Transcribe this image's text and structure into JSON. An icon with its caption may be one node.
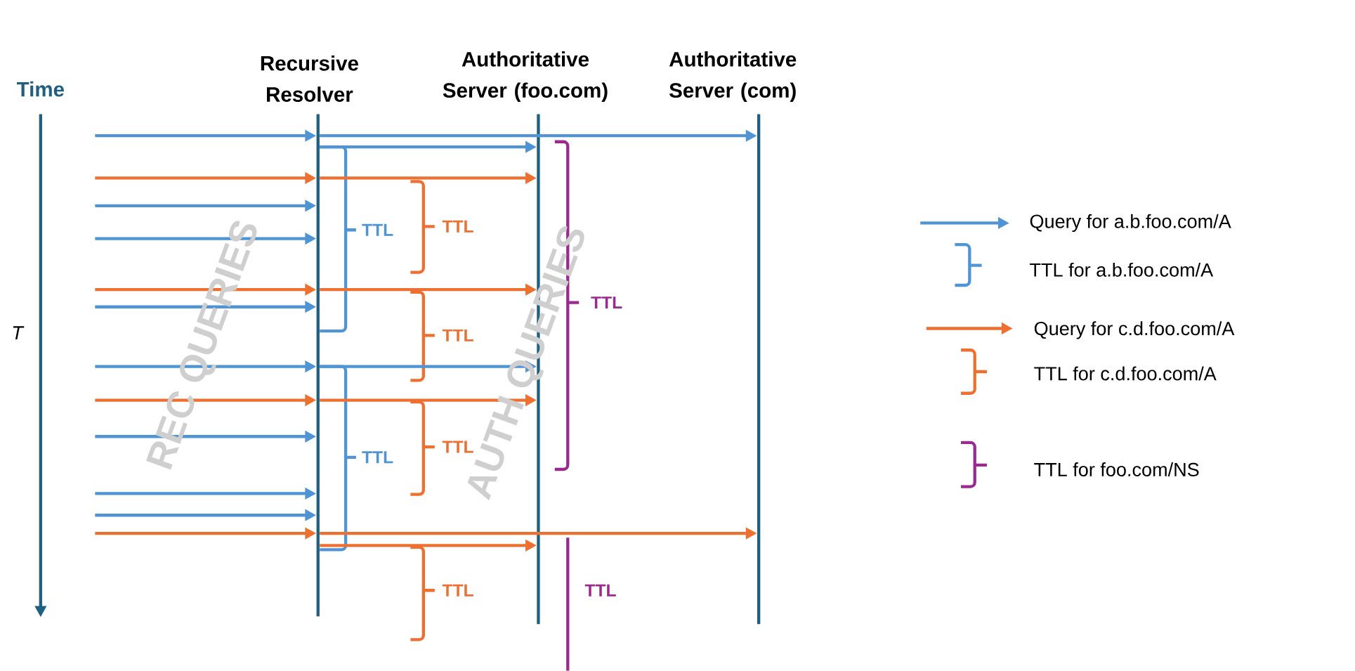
{
  "diagram": {
    "nodes": [
      {
        "text": [
          "Recursive Resolver"
        ]
      },
      {
        "text": [
          "Authoritative Server (foo.com)"
        ]
      },
      {
        "text": [
          "Authoritative Server (com)"
        ]
      }
    ],
    "edges": [
      {
        "from": null,
        "to": 0,
        "arrow": "to",
        "color": "#4f94d4"
      },
      {
        "from": null,
        "to": 0,
        "arrow": "to",
        "color": "#ed7031"
      },
      {
        "from": null,
        "to": 0,
        "arrow": "to",
        "color": "#4f94d4"
      },
      {
        "from": null,
        "to": 0,
        "arrow": "to",
        "color": "#4f94d4"
      },
      {
        "from": null,
        "to": 0,
        "arrow": "to",
        "color": "#ed7031"
      },
      {
        "from": null,
        "to": 0,
        "arrow": "to",
        "color": "#4f94d4"
      },
      {
        "from": null,
        "to": 0,
        "arrow": "to",
        "color": "#4f94d4"
      },
      {
        "from": null,
        "to": 0,
        "arrow": "to",
        "color": "#ed7031"
      },
      {
        "from": null,
        "to": 0,
        "arrow": "to",
        "color": "#4f94d4"
      },
      {
        "from": null,
        "to": 0,
        "arrow": "to",
        "color": "#4f94d4"
      },
      {
        "from": null,
        "to": 0,
        "arrow": "to",
        "color": "#4f94d4"
      },
      {
        "from": null,
        "to": 0,
        "arrow": "to",
        "color": "#ed7031"
      },
      {
        "from": 0,
        "to": 1,
        "arrow": "to",
        "color": "#4f94d4"
      },
      {
        "from": 0,
        "to": 1,
        "arrow": "to",
        "color": "#ed7031"
      },
      {
        "from": 0,
        "to": 1,
        "arrow": "to",
        "color": "#ed7031"
      },
      {
        "from": 0,
        "to": 1,
        "arrow": "to",
        "color": "#4f94d4"
      },
      {
        "from": 0,
        "to": 1,
        "arrow": "to",
        "color": "#ed7031"
      },
      {
        "from": 0,
        "to": 1,
        "arrow": "to",
        "color": "#ed7031"
      },
      {
        "from": 0,
        "to": 2,
        "arrow": "to",
        "color": "#4f94d4"
      },
      {
        "from": 0,
        "to": 2,
        "arrow": "to",
        "color": "#ed7031"
      }
    ],
    "labels": [
      "Time",
      "T",
      "TTL",
      "TTL",
      "TTL",
      "TTL",
      "TTL",
      "TTL",
      "TTL",
      "TTL",
      "REC QUERIES",
      "AUTH QUERIES"
    ],
    "legend": [
      {
        "text": "Query for a.b.foo.com/A"
      },
      {
        "text": "TTL for a.b.foo.com/A"
      },
      {
        "text": "Query for c.d.foo.com/A"
      },
      {
        "text": "TTL for c.d.foo.com/A"
      },
      {
        "text": "TTL for foo.com/NS"
      }
    ]
  }
}
